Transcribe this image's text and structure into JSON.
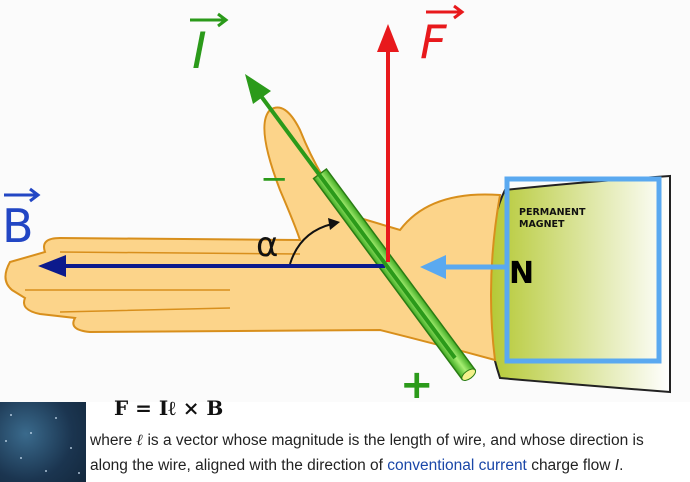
{
  "labels": {
    "current": "I",
    "force": "F",
    "field": "B",
    "angle": "α",
    "minus": "−",
    "plus": "+",
    "north": "N",
    "magnet_line1": "PERMANENT",
    "magnet_line2": "MAGNET"
  },
  "caption": {
    "formula": "F = Iℓ × B",
    "line1_a": "where",
    "line1_symbol": "ℓ",
    "line1_b": "is a vector whose magnitude is the length of wire, and whose direction is",
    "line2_a": "along the wire, aligned with the direction of",
    "line2_link": "conventional current",
    "line2_b": "charge flow",
    "line2_symbol": "I",
    "line2_end": "."
  },
  "colors": {
    "force": "#e8191c",
    "current": "#2b9a1a",
    "field": "#0c1a8c",
    "magnet_frame": "#5aa9f0",
    "hand": "#fcd48a",
    "link": "#1a47a8"
  }
}
